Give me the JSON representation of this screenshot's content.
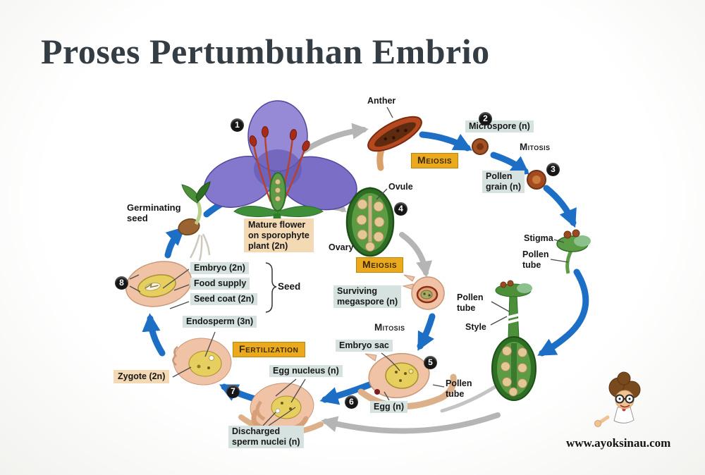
{
  "title": "Proses Pertumbuhan Embrio",
  "watermark": "www.ayoksinau.com",
  "colors": {
    "title_text": "#343c44",
    "arrow_blue": "#1d6fc5",
    "arrow_gray": "#b5b5b5",
    "highlight_gold": "#eba91d",
    "label_box_gray": "#d6e2df",
    "label_box_tan": "#f3d9b4",
    "badge_black": "#161616"
  },
  "steps": [
    "1",
    "2",
    "3",
    "4",
    "5",
    "6",
    "7",
    "8"
  ],
  "labels": {
    "anther": "Anther",
    "meiosis_top": "Meiosis",
    "microspore": "Microspore (n)",
    "mitosis_top": "Mitosis",
    "pollen_grain": [
      "Pollen",
      "grain (n)"
    ],
    "stigma": "Stigma",
    "pollen_tube_stigma": [
      "Pollen",
      "tube"
    ],
    "ovule": "Ovule",
    "ovary": "Ovary",
    "meiosis_mid": "Meiosis",
    "surviving_megaspore": [
      "Surviving",
      "megaspore (n)"
    ],
    "mitosis_mid": "Mitosis",
    "embryo_sac": "Embryo sac",
    "pollen_tube_pistil": [
      "Pollen",
      "tube"
    ],
    "style": "Style",
    "pollen_tube_sac": [
      "Pollen",
      "tube"
    ],
    "egg": "Egg (n)",
    "egg_nucleus": "Egg nucleus (n)",
    "discharged_sperm": [
      "Discharged",
      "sperm nuclei (n)"
    ],
    "fertilization": "Fertilization",
    "zygote": "Zygote (2n)",
    "endosperm": "Endosperm (3n)",
    "embryo": "Embryo (2n)",
    "food_supply": "Food supply",
    "seed_coat": "Seed coat (2n)",
    "seed": "Seed",
    "germinating_seed": [
      "Germinating",
      "seed"
    ],
    "mature_flower": [
      "Mature flower",
      "on sporophyte",
      "plant (2n)"
    ]
  }
}
